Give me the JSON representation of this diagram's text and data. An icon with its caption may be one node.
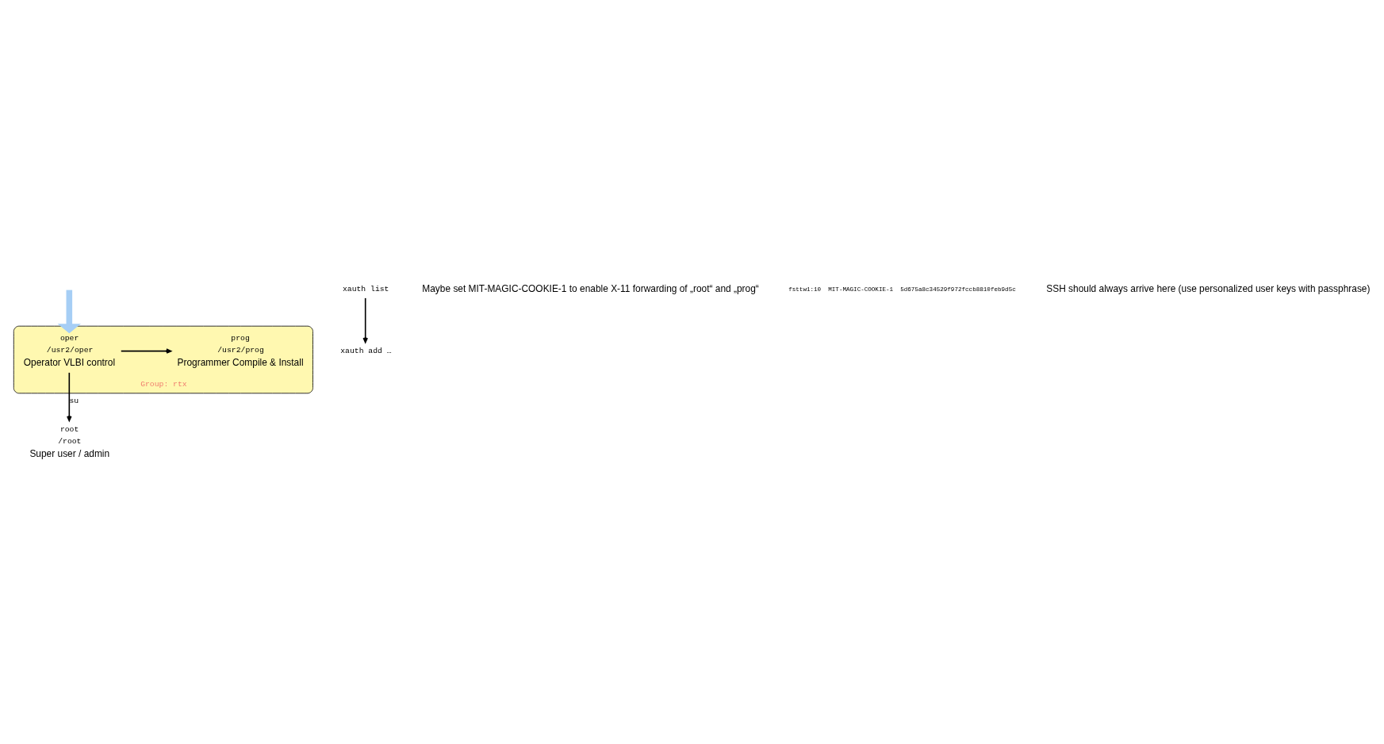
{
  "diagram": {
    "nodes": [
      {
        "text": [
          "root",
          "/root",
          "Super user / admin"
        ]
      },
      {
        "text": [
          "Group: rtx"
        ]
      },
      {
        "text": [
          "prog",
          "/usr2/prog",
          "Programmer Compile & Install"
        ],
        "in": 1
      },
      {
        "text": [
          "oper",
          "/usr2/oper",
          "Operator VLBI control"
        ],
        "in": 1
      },
      {
        "text": [
          "xauth list"
        ]
      },
      {
        "text": [
          "xauth add …"
        ]
      }
    ],
    "edges": [
      {
        "from": 3,
        "to": 0,
        "arrow": "to",
        "label": "su"
      },
      {
        "from": 3,
        "to": 2,
        "arrow": "to"
      },
      {
        "from": 4,
        "to": 5,
        "arrow": "to"
      },
      {
        "from": null,
        "to": 3,
        "arrow": "to",
        "style": "thick",
        "color": "#a6cef5"
      }
    ],
    "labels": [
      "Maybe set MIT-MAGIC-COOKIE-1 to enable X-11 forwarding of „root“ and „prog“",
      "fsttw1:10  MIT-MAGIC-COOKIE-1  5d675a8c34529f972fccb8810feb9d5c",
      "SSH should always arrive here (use personalized user keys with passphrase)"
    ]
  }
}
